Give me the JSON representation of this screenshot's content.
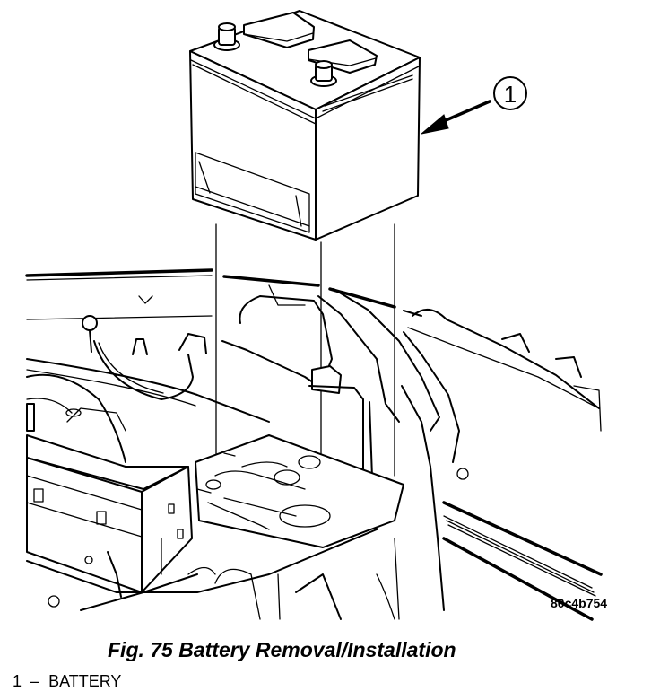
{
  "figure": {
    "caption": "Fig. 75 Battery Removal/Installation",
    "image_code": "80c4b754",
    "callouts": [
      {
        "number": "1",
        "target": "battery"
      }
    ],
    "legend": [
      {
        "number": "1",
        "separator": "–",
        "label": "BATTERY"
      }
    ],
    "icons": {
      "callout": "numbered-circle-callout",
      "leader": "arrow-leader"
    }
  }
}
